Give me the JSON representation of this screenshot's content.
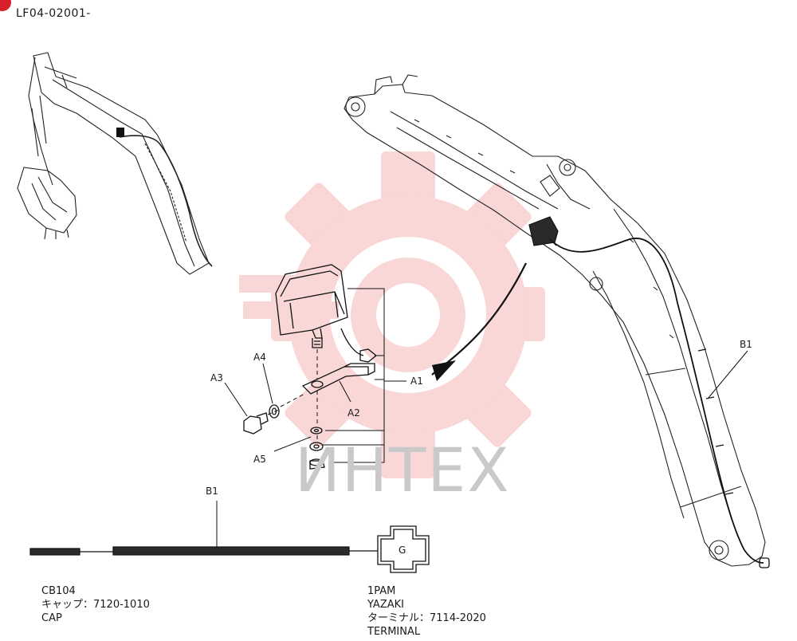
{
  "document": {
    "code": "LF04-02001-"
  },
  "watermark": {
    "text": "ИНТЕХ",
    "color": "#f2a7a7"
  },
  "callouts": {
    "a1": "A1",
    "a2": "A2",
    "a3": "A3",
    "a4": "A4",
    "a5": "A5",
    "b1_boom": "B1",
    "b1_cable": "B1"
  },
  "connector": {
    "letter": "G"
  },
  "notes": {
    "left": {
      "line1": "CB104",
      "line2": "キャップ：7120-1010",
      "line3": "CAP"
    },
    "right": {
      "line1": "1PAM",
      "line2": "YAZAKI",
      "line3": "ターミナル：7114-2020",
      "line4": "TERMINAL"
    }
  },
  "icons": {
    "corner": "red-dot-icon",
    "gear": "gear-watermark-icon"
  }
}
